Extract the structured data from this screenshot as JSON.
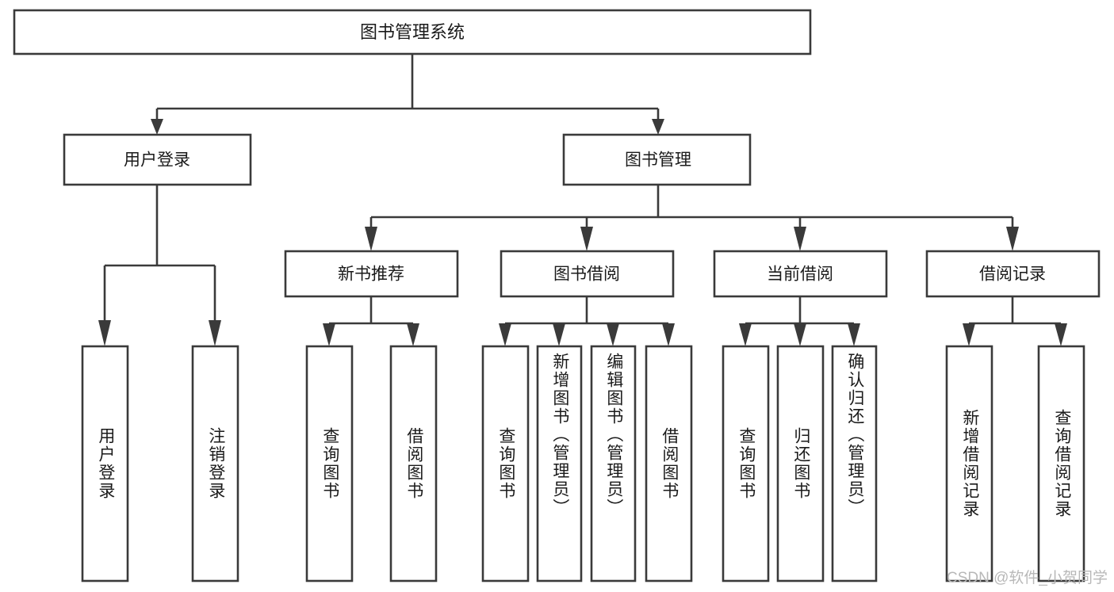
{
  "diagram": {
    "title": "图书管理系统",
    "type": "tree",
    "root": {
      "label": "图书管理系统",
      "children": [
        {
          "label": "用户登录",
          "children": [
            {
              "label": "用户登录"
            },
            {
              "label": "注销登录"
            }
          ]
        },
        {
          "label": "图书管理",
          "children": [
            {
              "label": "新书推荐",
              "children": [
                {
                  "label": "查询图书"
                },
                {
                  "label": "借阅图书"
                }
              ]
            },
            {
              "label": "图书借阅",
              "children": [
                {
                  "label": "查询图书"
                },
                {
                  "label": "新增图书（管理员）"
                },
                {
                  "label": "编辑图书（管理员）"
                },
                {
                  "label": "借阅图书"
                }
              ]
            },
            {
              "label": "当前借阅",
              "children": [
                {
                  "label": "查询图书"
                },
                {
                  "label": "归还图书"
                },
                {
                  "label": "确认归还（管理员）"
                }
              ]
            },
            {
              "label": "借阅记录",
              "children": [
                {
                  "label": "新增借阅记录"
                },
                {
                  "label": "查询借阅记录"
                }
              ]
            }
          ]
        }
      ]
    }
  },
  "nodes": {
    "root": "图书管理系统",
    "user_login": "用户登录",
    "book_manage": "图书管理",
    "new_book_rec": "新书推荐",
    "book_borrow": "图书借阅",
    "current_borrow": "当前借阅",
    "borrow_record": "借阅记录",
    "leaf_user_login": "用户登录",
    "leaf_logout": "注销登录",
    "leaf_rec_query": "查询图书",
    "leaf_rec_borrow": "借阅图书",
    "leaf_bb_query": "查询图书",
    "leaf_bb_add": "新增图书（管理员）",
    "leaf_bb_edit": "编辑图书（管理员）",
    "leaf_bb_borrow": "借阅图书",
    "leaf_cb_query": "查询图书",
    "leaf_cb_return": "归还图书",
    "leaf_cb_confirm": "确认归还（管理员）",
    "leaf_br_add": "新增借阅记录",
    "leaf_br_query": "查询借阅记录"
  },
  "watermark": {
    "text": "CSDN @软件_小贺同学"
  },
  "colors": {
    "stroke": "#3a3a3a",
    "fill": "#ffffff",
    "text": "#1a1a1a",
    "watermark": "#b8b8b8",
    "background": "#ffffff"
  }
}
